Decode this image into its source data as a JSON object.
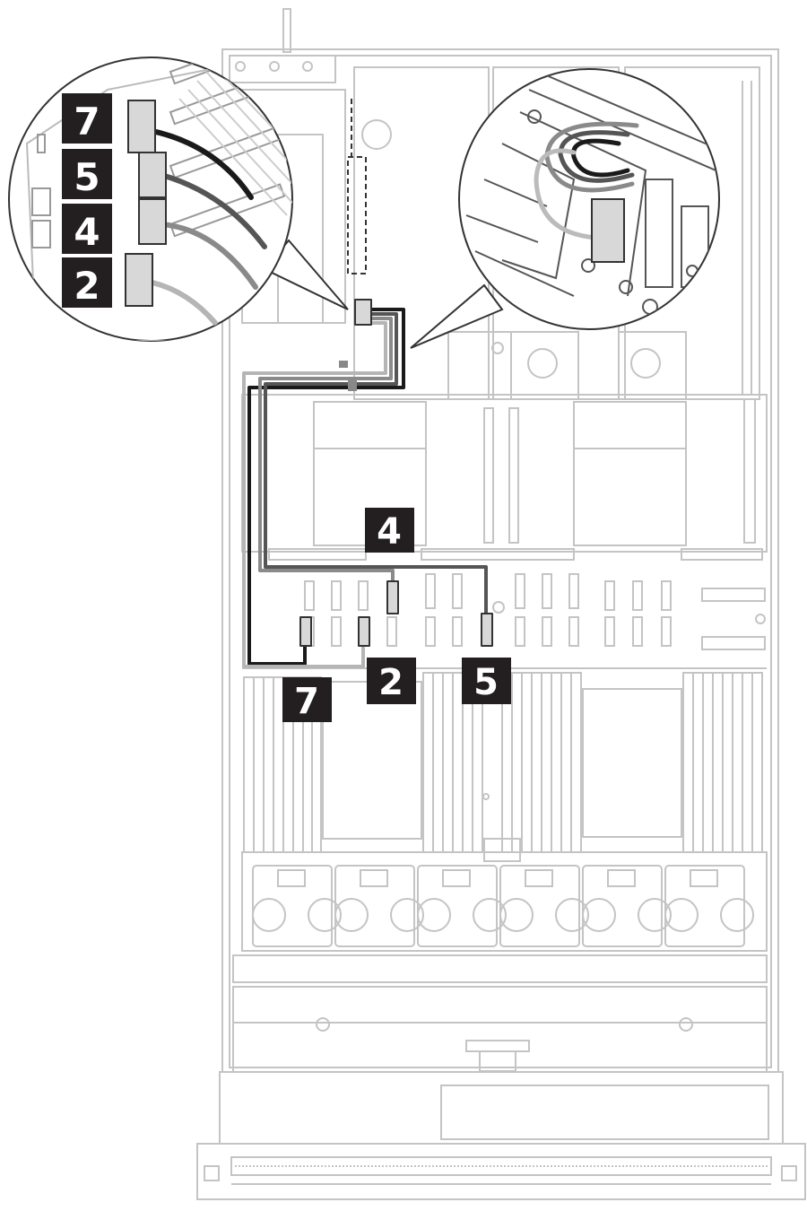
{
  "colors": {
    "chassis_line": "#c8c8c8",
    "chassis_dark": "#9a9a9a",
    "label_bg": "#231f20",
    "label_text": "#ffffff",
    "cable_7": "#1a1a1a",
    "cable_5": "#4a4a4a",
    "cable_4": "#7a7a7a",
    "cable_2": "#b0b0b0"
  },
  "labels": {
    "main": {
      "cable_4": "4",
      "cable_2": "2",
      "cable_5": "5",
      "cable_7": "7"
    },
    "callout": {
      "cable_7": "7",
      "cable_5": "5",
      "cable_4": "4",
      "cable_2": "2"
    }
  }
}
